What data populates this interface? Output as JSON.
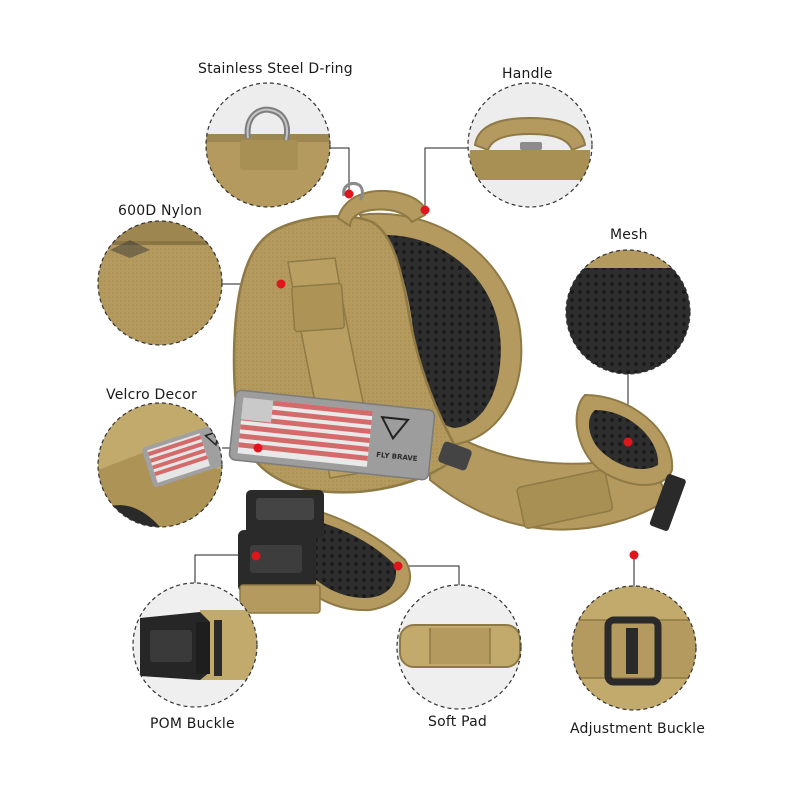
{
  "labels": {
    "d_ring": "Stainless Steel D-ring",
    "handle": "Handle",
    "nylon": "600D Nylon",
    "mesh": "Mesh",
    "velcro": "Velcro Decor",
    "pom_buckle": "POM Buckle",
    "soft_pad": "Soft Pad",
    "adjustment_buckle": "Adjustment Buckle"
  },
  "patch": {
    "brand": "FLY BRAVE"
  },
  "colors": {
    "tan": "#b49a5e",
    "tan_dark": "#8f7a45",
    "tan_light": "#cdb67c",
    "mesh": "#3a3a3a",
    "buckle": "#2a2a2a",
    "marker": "#e0161c",
    "leader": "#222222",
    "callout_border": "#333333"
  }
}
